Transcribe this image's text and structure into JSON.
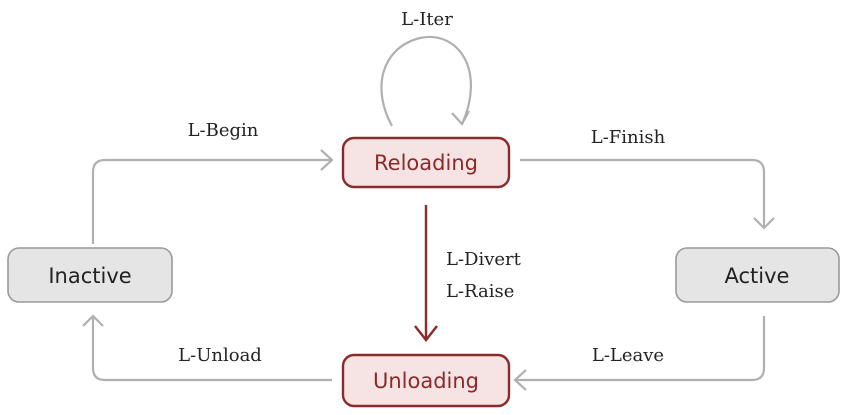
{
  "diagram": {
    "states": {
      "reloading": "Reloading",
      "inactive": "Inactive",
      "active": "Active",
      "unloading": "Unloading"
    },
    "transitions": {
      "iter": "L-Iter",
      "begin": "L-Begin",
      "finish": "L-Finish",
      "divert": "L-Divert",
      "raise": "L-Raise",
      "unload": "L-Unload",
      "leave": "L-Leave"
    }
  },
  "colors": {
    "accent": "#8b2a2a",
    "accent_fill": "#f6e4e4",
    "neutral_fill": "#e5e5e5",
    "neutral_stroke": "#999999",
    "edge": "#b0b0b0"
  }
}
